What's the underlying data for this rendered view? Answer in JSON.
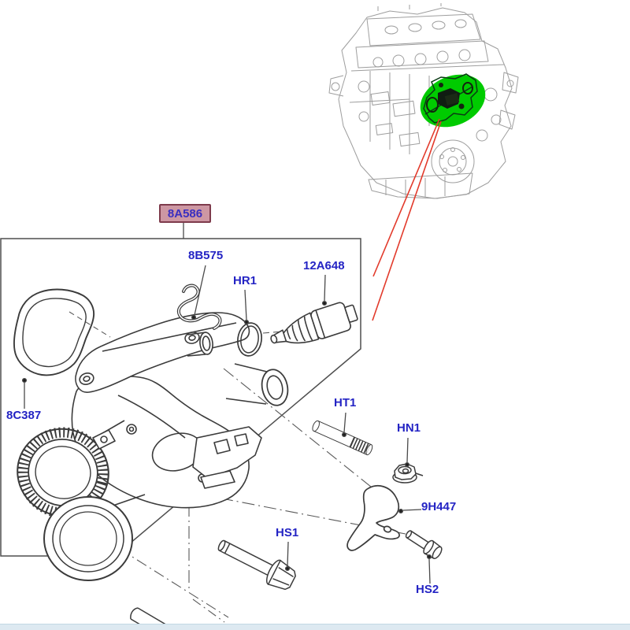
{
  "colors": {
    "label_text": "#2424c4",
    "assembly_badge_bg": "#cd97a3",
    "assembly_badge_border": "#7e3b4c",
    "leader_red": "#e23a2b",
    "highlight_green": "#00cb00",
    "footer_strip_bg": "#dde9f1",
    "footer_strip_border": "#c3d8e4"
  },
  "diagram": {
    "assembly": {
      "part_number": "8A586"
    },
    "callouts": [
      {
        "part_number": "8B575"
      },
      {
        "part_number": "HR1"
      },
      {
        "part_number": "12A648"
      },
      {
        "part_number": "8C387"
      },
      {
        "part_number": "HT1"
      },
      {
        "part_number": "HN1"
      },
      {
        "part_number": "9H447"
      },
      {
        "part_number": "HS1"
      },
      {
        "part_number": "HS2"
      }
    ]
  }
}
